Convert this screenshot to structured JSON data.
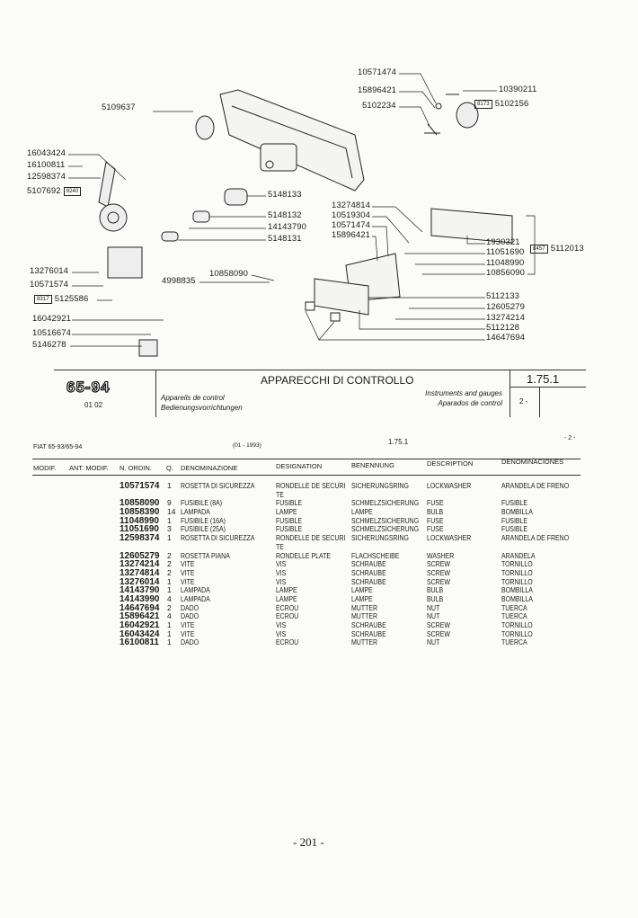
{
  "diagram": {
    "labels": [
      {
        "id": "a",
        "text": "5109637"
      },
      {
        "id": "b",
        "text": "16043424"
      },
      {
        "id": "c",
        "text": "16100811"
      },
      {
        "id": "d",
        "text": "12598374"
      },
      {
        "id": "e",
        "text": "5107692",
        "ref": "8240"
      },
      {
        "id": "f",
        "text": "13276014"
      },
      {
        "id": "g",
        "text": "10571574"
      },
      {
        "id": "h",
        "text": "5125586",
        "ref": "8317"
      },
      {
        "id": "i",
        "text": "16042921"
      },
      {
        "id": "j",
        "text": "10516674"
      },
      {
        "id": "k",
        "text": "5146278"
      },
      {
        "id": "l",
        "text": "4998835"
      },
      {
        "id": "m",
        "text": "10858090"
      },
      {
        "id": "n",
        "text": "5148133"
      },
      {
        "id": "o",
        "text": "5148132"
      },
      {
        "id": "p",
        "text": "14143790"
      },
      {
        "id": "q",
        "text": "5148131"
      },
      {
        "id": "r",
        "text": "10571474"
      },
      {
        "id": "s",
        "text": "15896421"
      },
      {
        "id": "t",
        "text": "5102234"
      },
      {
        "id": "u",
        "text": "10390211"
      },
      {
        "id": "v",
        "text": "5102156",
        "ref": "8173"
      },
      {
        "id": "w",
        "text": "13274814"
      },
      {
        "id": "x",
        "text": "10519304"
      },
      {
        "id": "y",
        "text": "10571474"
      },
      {
        "id": "z",
        "text": "15896421"
      },
      {
        "id": "aa",
        "text": "1930321"
      },
      {
        "id": "ab",
        "text": "11051690"
      },
      {
        "id": "ac",
        "text": "5112013",
        "ref": "8457"
      },
      {
        "id": "ad",
        "text": "11048990"
      },
      {
        "id": "ae",
        "text": "10856090"
      },
      {
        "id": "af",
        "text": "5112133"
      },
      {
        "id": "ag",
        "text": "12605279"
      },
      {
        "id": "ah",
        "text": "13274214"
      },
      {
        "id": "ai",
        "text": "5112128"
      },
      {
        "id": "aj",
        "text": "14647694"
      }
    ]
  },
  "title_block": {
    "model": "65-94",
    "model_sub": "01 02",
    "title_it": "APPARECCHI DI CONTROLLO",
    "title_fr": "Appareils de control",
    "title_de": "Bedienungsvorrichtungen",
    "title_en": "Instruments and gauges",
    "title_es": "Aparados de control",
    "section": "1.75.1",
    "sheet": "2 -"
  },
  "list_header": {
    "model": "FIAT 65-93/65-94",
    "date": "(01 - 1993)",
    "section": "1.75.1",
    "sheet": "- 2 -"
  },
  "columns": {
    "modif": "MODIF.",
    "ant_modif": "ANT. MODIF.",
    "n_ordin": "N. ORDIN.",
    "q": "Q.",
    "denominazione": "DENOMINAZIONE",
    "designation": "DESIGNATION",
    "benennung": "BENENNUNG",
    "description": "DESCRIPTION",
    "denominaciones": "DENOMINACIONES"
  },
  "parts": [
    {
      "n": "10571574",
      "q": "1",
      "it": "ROSETTA DI SICUREZZA",
      "fr": "RONDELLE DE SECURI",
      "fr2": "TE",
      "de": "SICHERUNGSRING",
      "en": "LOCKWASHER",
      "es": "ARANDELA DE FRENO"
    },
    {
      "n": "10858090",
      "q": "9",
      "it": "FUSIBILE (8A)",
      "fr": "FUSIBLE",
      "de": "SCHMELZSICHERUNG",
      "en": "FUSE",
      "es": "FUSIBLE"
    },
    {
      "n": "10858390",
      "q": "14",
      "it": "LAMPADA",
      "fr": "LAMPE",
      "de": "LAMPE",
      "en": "BULB",
      "es": "BOMBILLA"
    },
    {
      "n": "11048990",
      "q": "1",
      "it": "FUSIBILE (16A)",
      "fr": "FUSIBLE",
      "de": "SCHMELZSICHERUNG",
      "en": "FUSE",
      "es": "FUSIBLE"
    },
    {
      "n": "11051690",
      "q": "3",
      "it": "FUSIBILE (25A)",
      "fr": "FUSIBLE",
      "de": "SCHMELZSICHERUNG",
      "en": "FUSE",
      "es": "FUSIBLE"
    },
    {
      "n": "12598374",
      "q": "1",
      "it": "ROSETTA DI SICUREZZA",
      "fr": "RONDELLE DE SECURI",
      "fr2": "TE",
      "de": "SICHERUNGSRING",
      "en": "LOCKWASHER",
      "es": "ARANDELA DE FRENO"
    },
    {
      "n": "12605279",
      "q": "2",
      "it": "ROSETTA PIANA",
      "fr": "RONDELLE PLATE",
      "de": "FLACHSCHEIBE",
      "en": "WASHER",
      "es": "ARANDELA"
    },
    {
      "n": "13274214",
      "q": "2",
      "it": "VITE",
      "fr": "VIS",
      "de": "SCHRAUBE",
      "en": "SCREW",
      "es": "TORNILLO"
    },
    {
      "n": "13274814",
      "q": "2",
      "it": "VITE",
      "fr": "VIS",
      "de": "SCHRAUBE",
      "en": "SCREW",
      "es": "TORNILLO"
    },
    {
      "n": "13276014",
      "q": "1",
      "it": "VITE",
      "fr": "VIS",
      "de": "SCHRAUBE",
      "en": "SCREW",
      "es": "TORNILLO"
    },
    {
      "n": "14143790",
      "q": "1",
      "it": "LAMPADA",
      "fr": "LAMPE",
      "de": "LAMPE",
      "en": "BULB",
      "es": "BOMBILLA"
    },
    {
      "n": "14143990",
      "q": "4",
      "it": "LAMPADA",
      "fr": "LAMPE",
      "de": "LAMPE",
      "en": "BULB",
      "es": "BOMBILLA"
    },
    {
      "n": "14647694",
      "q": "2",
      "it": "DADO",
      "fr": "ECROU",
      "de": "MUTTER",
      "en": "NUT",
      "es": "TUERCA"
    },
    {
      "n": "15896421",
      "q": "4",
      "it": "DADO",
      "fr": "ECROU",
      "de": "MUTTER",
      "en": "NUT",
      "es": "TUERCA"
    },
    {
      "n": "16042921",
      "q": "1",
      "it": "VITE",
      "fr": "VIS",
      "de": "SCHRAUBE",
      "en": "SCREW",
      "es": "TORNILLO"
    },
    {
      "n": "16043424",
      "q": "1",
      "it": "VITE",
      "fr": "VIS",
      "de": "SCHRAUBE",
      "en": "SCREW",
      "es": "TORNILLO"
    },
    {
      "n": "16100811",
      "q": "1",
      "it": "DADO",
      "fr": "ECROU",
      "de": "MUTTER",
      "en": "NUT",
      "es": "TUERCA"
    }
  ],
  "page_number": "- 201 -"
}
